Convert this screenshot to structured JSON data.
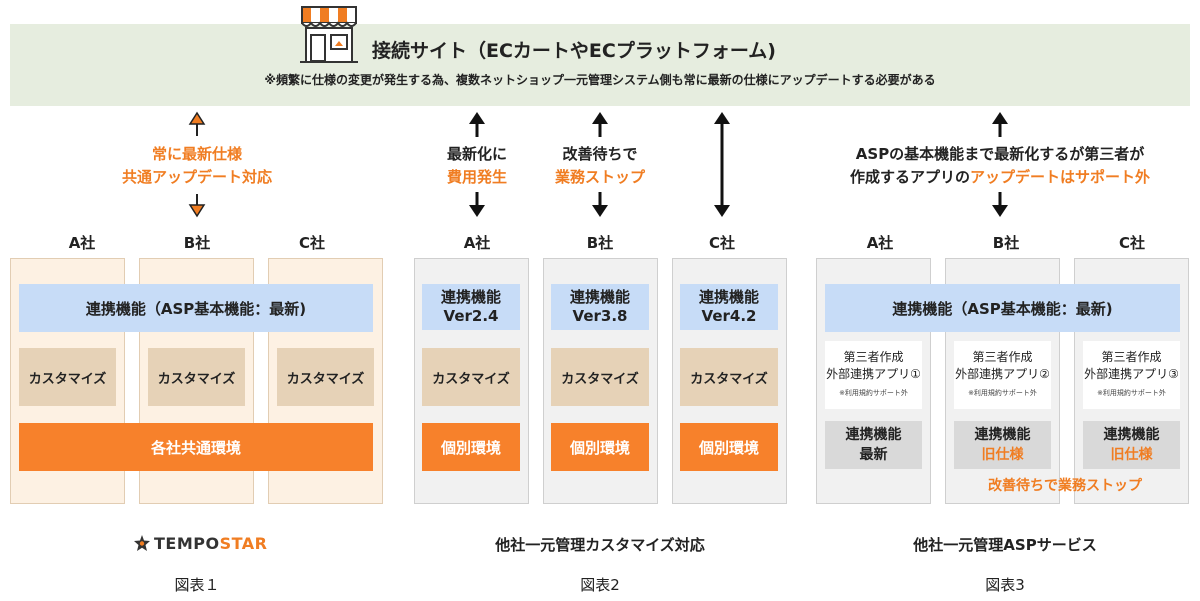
{
  "banner": {
    "title": "接続サイト（ECカートやECプラットフォーム)",
    "note": "※頻繁に仕様の変更が発生する為、複数ネットショップ一元管理システム側も常に最新の仕様にアップデートする必要がある",
    "icon": "store-icon"
  },
  "colors": {
    "accent": "#f07d22",
    "banner_bg": "#e6eddf",
    "blue_box": "#c7dcf7",
    "tan_box": "#e6d2b7",
    "orange_box": "#f7812b",
    "gray_box": "#d9d9d9"
  },
  "fig1": {
    "arrow_label_1": "常に最新仕様",
    "arrow_label_2": "共通アップデート対応",
    "companies": [
      "A社",
      "B社",
      "C社"
    ],
    "integration": "連携機能（ASP基本機能：最新)",
    "customize": [
      "カスタマイズ",
      "カスタマイズ",
      "カスタマイズ"
    ],
    "environment": "各社共通環境",
    "logo_text_dark": "TEMPO",
    "logo_text_orange": "STAR",
    "caption": "図表１"
  },
  "fig2": {
    "arrow1_line1": "最新化に",
    "arrow1_line2": "費用発生",
    "arrow2_line1": "改善待ちで",
    "arrow2_line2": "業務ストップ",
    "companies": [
      "A社",
      "B社",
      "C社"
    ],
    "versions": [
      {
        "line1": "連携機能",
        "line2": "Ver2.4"
      },
      {
        "line1": "連携機能",
        "line2": "Ver3.8"
      },
      {
        "line1": "連携機能",
        "line2": "Ver4.2"
      }
    ],
    "customize": [
      "カスタマイズ",
      "カスタマイズ",
      "カスタマイズ"
    ],
    "environment": [
      "個別環境",
      "個別環境",
      "個別環境"
    ],
    "title": "他社一元管理カスタマイズ対応",
    "caption": "図表2"
  },
  "fig3": {
    "arrow_line1": "ASPの基本機能まで最新化するが第三者が",
    "arrow_line2_dark": "作成するアプリの",
    "arrow_line2_orange": "アップデートはサポート外",
    "companies": [
      "A社",
      "B社",
      "C社"
    ],
    "integration": "連携機能（ASP基本機能：最新)",
    "apps": [
      {
        "line1": "第三者作成",
        "line2": "外部連携アプリ①",
        "note": "※利用規約サポート外"
      },
      {
        "line1": "第三者作成",
        "line2": "外部連携アプリ②",
        "note": "※利用規約サポート外"
      },
      {
        "line1": "第三者作成",
        "line2": "外部連携アプリ③",
        "note": "※利用規約サポート外"
      }
    ],
    "status": [
      {
        "line1": "連携機能",
        "line2": "最新"
      },
      {
        "line1": "連携機能",
        "line2": "旧仕様"
      },
      {
        "line1": "連携機能",
        "line2": "旧仕様"
      }
    ],
    "stop_note": "改善待ちで業務ストップ",
    "title": "他社一元管理ASPサービス",
    "caption": "図表3"
  }
}
